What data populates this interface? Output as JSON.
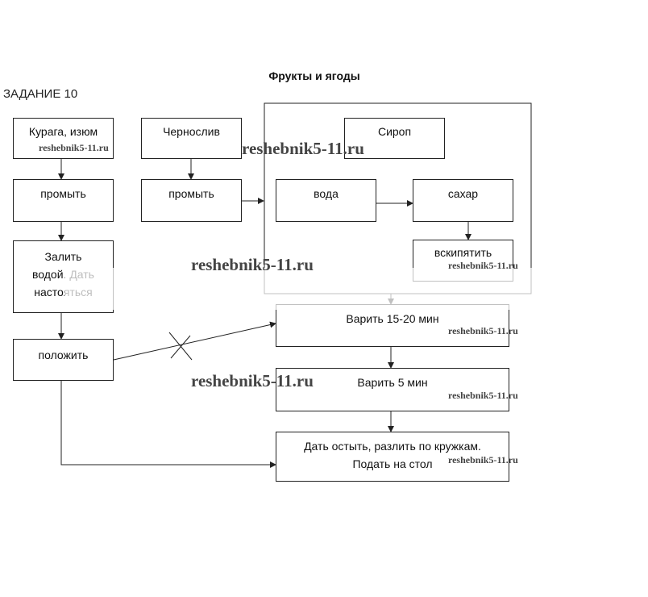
{
  "title": "Фрукты и ягоды",
  "task_label": "ЗАДАНИЕ 10",
  "boxes": {
    "kuraga": "Курага, изюм",
    "chernosliv": "Чернослив",
    "promyt_1": "промыть",
    "promyt_2": "промыть",
    "zalit": "Залить водой. Дать настояться",
    "polozhit": "положить",
    "sirop": "Сироп",
    "voda": "вода",
    "sahar": "сахар",
    "vskipyatit": "вскипятить",
    "varit_15": "Варить 15-20 мин",
    "varit_5": "Варить 5 мин",
    "dat_ostyt": "Дать остыть, разлить по кружкам. Подать на стол"
  },
  "watermarks": {
    "site": "reshebnik5-11.ru"
  },
  "colors": {
    "line": "#222222",
    "watermark": "#444444"
  }
}
